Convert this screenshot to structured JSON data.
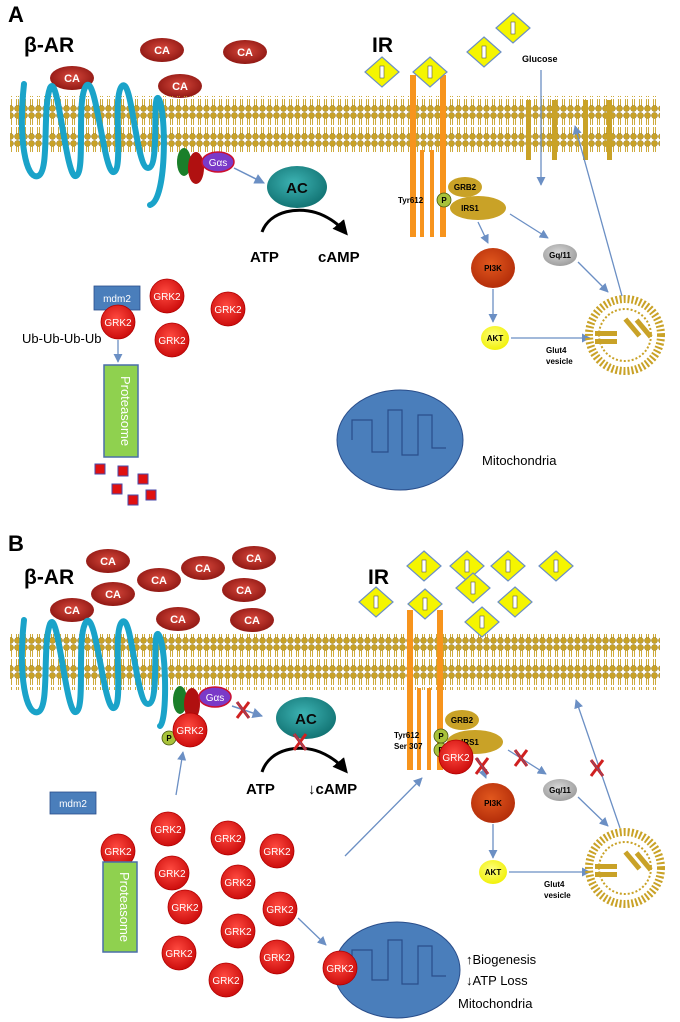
{
  "panels": {
    "a": {
      "letter": "A",
      "receptor_label": "β-AR",
      "ca_label": "CA",
      "g_alpha_label": "Gαs",
      "ac_label": "AC",
      "atp_label": "ATP",
      "camp_label": "cAMP",
      "ir_label": "IR",
      "glucose_label": "Glucose",
      "tyr_label": "Tyr612",
      "p_label": "P",
      "grb2_label": "GRB2",
      "irs1_label": "IRS1",
      "pi3k_label": "PI3K",
      "gq_label": "Gq/11",
      "akt_label": "AKT",
      "glut4_label": "Glut4\nvesicle",
      "mdm2_label": "mdm2",
      "grk2_label": "GRK2",
      "ub_label": "Ub-Ub-Ub-Ub",
      "proteasome_label": "Proteasome",
      "mito_label": "Mitochondria"
    },
    "b": {
      "letter": "B",
      "receptor_label": "β-AR",
      "ca_label": "CA",
      "g_alpha_label": "Gαs",
      "ac_label": "AC",
      "atp_label": "ATP",
      "camp_label": "↓cAMP",
      "ir_label": "IR",
      "tyr_label": "Tyr612",
      "ser_label": "Ser 307",
      "p_label": "P",
      "grb2_label": "GRB2",
      "irs1_label": "IRS1",
      "pi3k_label": "PI3K",
      "gq_label": "Gq/11",
      "akt_label": "AKT",
      "glut4_label": "Glut4\nvesicle",
      "mdm2_label": "mdm2",
      "grk2_label": "GRK2",
      "proteasome_label": "Proteasome",
      "biogenesis_label": "↑Biogenesis",
      "atp_loss_label": "↓ATP Loss",
      "mito_label": "Mitochondria"
    }
  },
  "colors": {
    "membrane": "#c9a227",
    "receptor": "#1aa3c9",
    "ca": "#a8201a",
    "grk2": "#e01010",
    "ac": "#1a8f8f",
    "pi3k": "#c83a0c",
    "irs1": "#c9a227",
    "akt": "#f5f500",
    "ir": "#f7941d",
    "glucose": "#f5f500",
    "mdm2": "#4a7ebb",
    "proteasome": "#8fd14f",
    "mito": "#4a7ebb",
    "arrow": "#6b8fc4",
    "inhibit": "#d02020"
  }
}
